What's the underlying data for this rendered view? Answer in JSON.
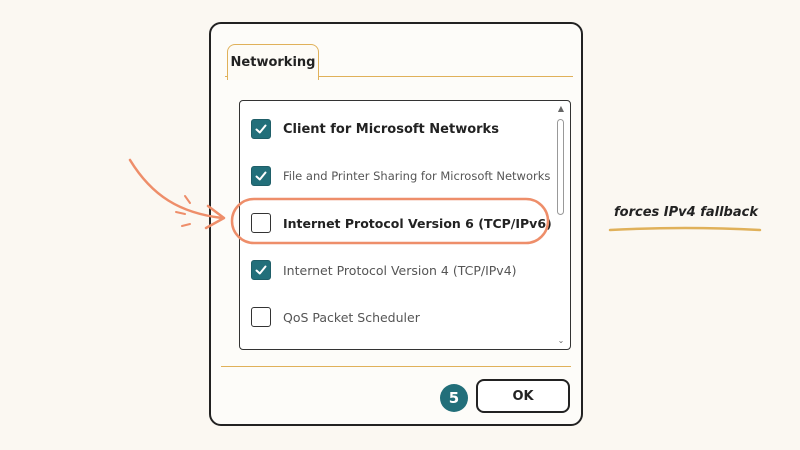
{
  "dialog": {
    "tab_label": "Networking",
    "items": [
      {
        "label": "Client for Microsoft Networks",
        "checked": true
      },
      {
        "label": "File and Printer Sharing for Microsoft Networks",
        "checked": true
      },
      {
        "label": "Internet Protocol Version 6 (TCP/IPv6)",
        "checked": false
      },
      {
        "label": "Internet Protocol Version 4 (TCP/IPv4)",
        "checked": true
      },
      {
        "label": "QoS Packet Scheduler",
        "checked": false
      }
    ],
    "step_number": "5",
    "ok_label": "OK"
  },
  "annotation": {
    "note": "forces IPv4 fallback"
  },
  "colors": {
    "accent": "#226f7a",
    "highlight": "#ee8e6a",
    "underline": "#e0b15a"
  }
}
